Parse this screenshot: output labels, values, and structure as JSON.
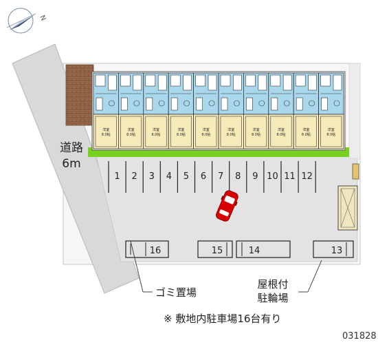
{
  "road": {
    "label": "道路",
    "width": "6m"
  },
  "slots_top": [
    "1",
    "2",
    "3",
    "4",
    "5",
    "6",
    "7",
    "8",
    "9",
    "10",
    "11",
    "12"
  ],
  "slots_bottom": [
    {
      "label": "16"
    },
    {
      "label": "15"
    },
    {
      "label": "14"
    },
    {
      "label": "13"
    }
  ],
  "units": [
    {
      "room": "洋室\n8.0帖"
    },
    {
      "room": "洋室\n8.0帖"
    },
    {
      "room": "洋室\n8.0帖"
    },
    {
      "room": "洋室\n8.0帖"
    },
    {
      "room": "洋室\n8.0帖"
    },
    {
      "room": "洋室\n8.0帖"
    },
    {
      "room": "洋室\n8.0帖"
    },
    {
      "room": "洋室\n8.0帖"
    },
    {
      "room": "洋室\n8.0帖"
    },
    {
      "room": "洋室\n8.0帖"
    }
  ],
  "labels": {
    "garbage": "ゴミ置場",
    "bike_line1": "屋根付",
    "bike_line2": "駐輪場",
    "note": "※ 敷地内駐車場16台有り",
    "code": "031828"
  },
  "compass": {
    "direction": "N"
  },
  "colors": {
    "road": "#d9d9d9",
    "lot": "#e3e3e3",
    "building_blue": "#a9d8ec",
    "building_cream": "#f6ebb9",
    "grass": "#79d11f",
    "wall": "#8b5a3c",
    "car": "#d80000"
  }
}
